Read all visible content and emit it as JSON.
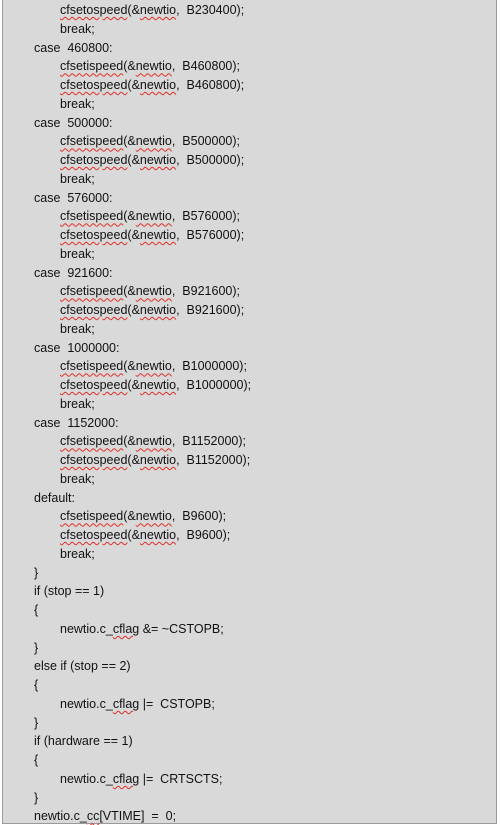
{
  "code": {
    "lines": [
      {
        "indent": 2,
        "parts": [
          {
            "t": "cfsetospeed",
            "sq": true
          },
          {
            "t": "(&"
          },
          {
            "t": "newtio",
            "sq": true
          },
          {
            "t": ",  B230400);"
          }
        ]
      },
      {
        "indent": 2,
        "parts": [
          {
            "t": "break;"
          }
        ]
      },
      {
        "indent": 1,
        "parts": [
          {
            "t": "case  460800:"
          }
        ]
      },
      {
        "indent": 2,
        "parts": [
          {
            "t": "cfsetispeed",
            "sq": true
          },
          {
            "t": "(&"
          },
          {
            "t": "newtio",
            "sq": true
          },
          {
            "t": ",  B460800);"
          }
        ]
      },
      {
        "indent": 2,
        "parts": [
          {
            "t": "cfsetospeed",
            "sq": true
          },
          {
            "t": "(&"
          },
          {
            "t": "newtio",
            "sq": true
          },
          {
            "t": ",  B460800);"
          }
        ]
      },
      {
        "indent": 2,
        "parts": [
          {
            "t": "break;"
          }
        ]
      },
      {
        "indent": 1,
        "parts": [
          {
            "t": "case  500000:"
          }
        ]
      },
      {
        "indent": 2,
        "parts": [
          {
            "t": "cfsetispeed",
            "sq": true
          },
          {
            "t": "(&"
          },
          {
            "t": "newtio",
            "sq": true
          },
          {
            "t": ",  B500000);"
          }
        ]
      },
      {
        "indent": 2,
        "parts": [
          {
            "t": "cfsetospeed",
            "sq": true
          },
          {
            "t": "(&"
          },
          {
            "t": "newtio",
            "sq": true
          },
          {
            "t": ",  B500000);"
          }
        ]
      },
      {
        "indent": 2,
        "parts": [
          {
            "t": "break;"
          }
        ]
      },
      {
        "indent": 1,
        "parts": [
          {
            "t": "case  576000:"
          }
        ]
      },
      {
        "indent": 2,
        "parts": [
          {
            "t": "cfsetispeed",
            "sq": true
          },
          {
            "t": "(&"
          },
          {
            "t": "newtio",
            "sq": true
          },
          {
            "t": ",  B576000);"
          }
        ]
      },
      {
        "indent": 2,
        "parts": [
          {
            "t": "cfsetospeed",
            "sq": true
          },
          {
            "t": "(&"
          },
          {
            "t": "newtio",
            "sq": true
          },
          {
            "t": ",  B576000);"
          }
        ]
      },
      {
        "indent": 2,
        "parts": [
          {
            "t": "break;"
          }
        ]
      },
      {
        "indent": 1,
        "parts": [
          {
            "t": "case  921600:"
          }
        ]
      },
      {
        "indent": 2,
        "parts": [
          {
            "t": "cfsetispeed",
            "sq": true
          },
          {
            "t": "(&"
          },
          {
            "t": "newtio",
            "sq": true
          },
          {
            "t": ",  B921600);"
          }
        ]
      },
      {
        "indent": 2,
        "parts": [
          {
            "t": "cfsetospeed",
            "sq": true
          },
          {
            "t": "(&"
          },
          {
            "t": "newtio",
            "sq": true
          },
          {
            "t": ",  B921600);"
          }
        ]
      },
      {
        "indent": 2,
        "parts": [
          {
            "t": "break;"
          }
        ]
      },
      {
        "indent": 1,
        "parts": [
          {
            "t": "case  1000000:"
          }
        ]
      },
      {
        "indent": 2,
        "parts": [
          {
            "t": "cfsetispeed",
            "sq": true
          },
          {
            "t": "(&"
          },
          {
            "t": "newtio",
            "sq": true
          },
          {
            "t": ",  B1000000);"
          }
        ]
      },
      {
        "indent": 2,
        "parts": [
          {
            "t": "cfsetospeed",
            "sq": true
          },
          {
            "t": "(&"
          },
          {
            "t": "newtio",
            "sq": true
          },
          {
            "t": ",  B1000000);"
          }
        ]
      },
      {
        "indent": 2,
        "parts": [
          {
            "t": "break;"
          }
        ]
      },
      {
        "indent": 1,
        "parts": [
          {
            "t": "case  1152000:"
          }
        ]
      },
      {
        "indent": 2,
        "parts": [
          {
            "t": "cfsetispeed",
            "sq": true
          },
          {
            "t": "(&"
          },
          {
            "t": "newtio",
            "sq": true
          },
          {
            "t": ",  B1152000);"
          }
        ]
      },
      {
        "indent": 2,
        "parts": [
          {
            "t": "cfsetospeed",
            "sq": true
          },
          {
            "t": "(&"
          },
          {
            "t": "newtio",
            "sq": true
          },
          {
            "t": ",  B1152000);"
          }
        ]
      },
      {
        "indent": 2,
        "parts": [
          {
            "t": "break;"
          }
        ]
      },
      {
        "indent": 1,
        "parts": [
          {
            "t": "default:"
          }
        ]
      },
      {
        "indent": 2,
        "parts": [
          {
            "t": "cfsetispeed",
            "sq": true
          },
          {
            "t": "(&"
          },
          {
            "t": "newtio",
            "sq": true
          },
          {
            "t": ",  B9600);"
          }
        ]
      },
      {
        "indent": 2,
        "parts": [
          {
            "t": "cfsetospeed",
            "sq": true
          },
          {
            "t": "(&"
          },
          {
            "t": "newtio",
            "sq": true
          },
          {
            "t": ",  B9600);"
          }
        ]
      },
      {
        "indent": 2,
        "parts": [
          {
            "t": "break;"
          }
        ]
      },
      {
        "indent": 1,
        "parts": [
          {
            "t": "}"
          }
        ]
      },
      {
        "indent": 1,
        "parts": [
          {
            "t": "if (stop == 1)"
          }
        ]
      },
      {
        "indent": 1,
        "parts": [
          {
            "t": "{"
          }
        ]
      },
      {
        "indent": 2,
        "parts": [
          {
            "t": "newtio.c_"
          },
          {
            "t": "cflag",
            "sq": true
          },
          {
            "t": " &= ~CSTOPB;"
          }
        ]
      },
      {
        "indent": 1,
        "parts": [
          {
            "t": "}"
          }
        ]
      },
      {
        "indent": 1,
        "parts": [
          {
            "t": "else if (stop == 2)"
          }
        ]
      },
      {
        "indent": 1,
        "parts": [
          {
            "t": "{"
          }
        ]
      },
      {
        "indent": 2,
        "parts": [
          {
            "t": "newtio.c_"
          },
          {
            "t": "cflag",
            "sq": true
          },
          {
            "t": " |=  CSTOPB;"
          }
        ]
      },
      {
        "indent": 1,
        "parts": [
          {
            "t": "}"
          }
        ]
      },
      {
        "indent": 1,
        "parts": [
          {
            "t": "if (hardware == 1)"
          }
        ]
      },
      {
        "indent": 1,
        "parts": [
          {
            "t": "{"
          }
        ]
      },
      {
        "indent": 2,
        "parts": [
          {
            "t": "newtio.c_"
          },
          {
            "t": "cflag",
            "sq": true
          },
          {
            "t": " |=  CRTSCTS;"
          }
        ]
      },
      {
        "indent": 1,
        "parts": [
          {
            "t": "}"
          }
        ]
      },
      {
        "indent": 1,
        "parts": [
          {
            "t": "newtio.c_"
          },
          {
            "t": "cc",
            "sq": true
          },
          {
            "t": "[VTIME]  =  0;"
          }
        ]
      }
    ]
  }
}
